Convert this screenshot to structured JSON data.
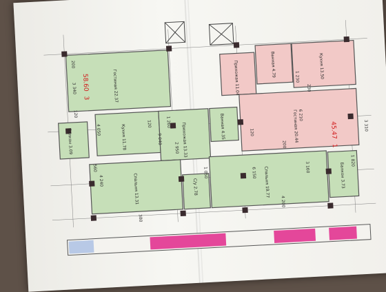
{
  "scene": "photo of a printed apartment floor plan sheet on a fabric surface",
  "colors": {
    "background": "#5e5148",
    "paper": "#f4f3ef",
    "green_rooms": "#c6dfb8",
    "pink_rooms": "#f2c9c7",
    "magenta_strip": "#e4479a",
    "walls": "#4a4a4a",
    "columns": "#3a2b2e"
  },
  "apartments": [
    {
      "label": "58.60",
      "number": "3"
    },
    {
      "label": "45.47",
      "number": "1"
    }
  ],
  "rooms": [
    {
      "name": "Гостиная",
      "area": "22.37"
    },
    {
      "name": "Балкон",
      "area": "3.09"
    },
    {
      "name": "Кухня",
      "area": "11.78"
    },
    {
      "name": "Прихожая",
      "area": "13.33"
    },
    {
      "name": "Ванная",
      "area": "4.35"
    },
    {
      "name": "Спальня",
      "area": "13.31"
    },
    {
      "name": "С/у",
      "area": "2.78"
    },
    {
      "name": "Спальня",
      "area": "19.77"
    },
    {
      "name": "Балкон",
      "area": "3.73"
    },
    {
      "name": "Прихожая",
      "area": "11.04"
    },
    {
      "name": "Ванная",
      "area": "4.79"
    },
    {
      "name": "Кухня",
      "area": "13.50"
    },
    {
      "name": "Гостиная",
      "area": "20.44"
    }
  ],
  "dimensions": [
    "200",
    "3 340",
    "120",
    "4 050",
    "1 260",
    "2 950",
    "9 040",
    "4 240",
    "1 050",
    "6 150",
    "3 160",
    "1 230",
    "6 210",
    "3 310",
    "230",
    "120",
    "380",
    "560",
    "4 200",
    "120",
    "1 820",
    "200"
  ]
}
